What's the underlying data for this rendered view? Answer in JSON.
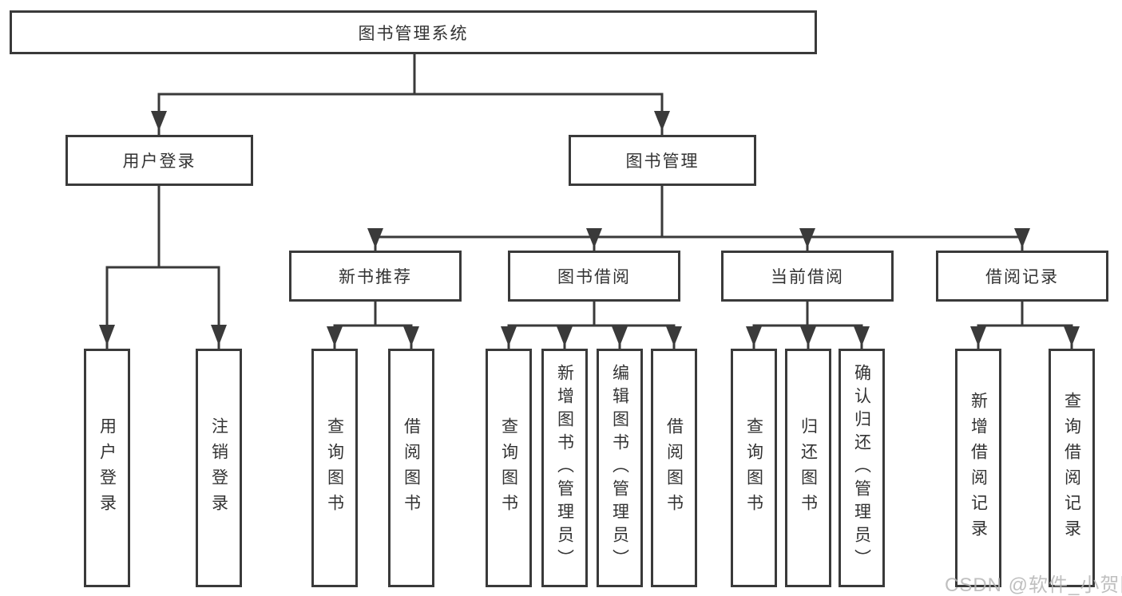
{
  "nodes": {
    "root": "图书管理系统",
    "user_login": "用户登录",
    "book_management": "图书管理",
    "new_book_recommend": "新书推荐",
    "book_borrow": "图书借阅",
    "current_borrow": "当前借阅",
    "borrow_records": "借阅记录"
  },
  "leaves": {
    "login": [
      "用户登录",
      "注销登录"
    ],
    "recommend": [
      "查询图书",
      "借阅图书"
    ],
    "borrow": [
      "查询图书",
      "新增图书（管理员）",
      "编辑图书（管理员）",
      "借阅图书"
    ],
    "current": [
      "查询图书",
      "归还图书",
      "确认归还（管理员）"
    ],
    "records": [
      "新增借阅记录",
      "查询借阅记录"
    ]
  },
  "watermark": "CSDN @软件_小贺同学",
  "colors": {
    "line": "#3a3a3a",
    "text": "#333333",
    "watermark": "#b5b5b5",
    "background": "#ffffff"
  }
}
